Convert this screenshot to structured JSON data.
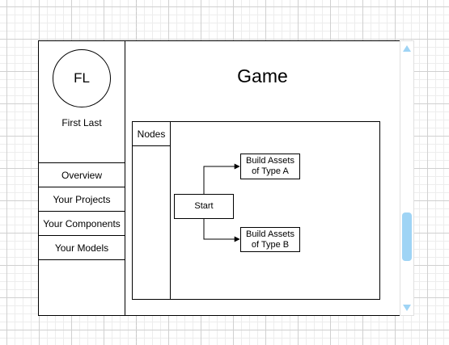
{
  "sidebar": {
    "avatar_initials": "FL",
    "user_name": "First Last",
    "nav_items": [
      {
        "label": "Overview"
      },
      {
        "label": "Your Projects"
      },
      {
        "label": "Your Components"
      },
      {
        "label": "Your Models"
      }
    ]
  },
  "main": {
    "title": "Game",
    "nodes_panel": {
      "header": "Nodes"
    },
    "diagram": {
      "start_node": "Start",
      "node_a": {
        "line1": "Build Assets",
        "line2": "of Type A"
      },
      "node_b": {
        "line1": "Build Assets",
        "line2": "of Type B"
      }
    }
  },
  "scrollbar": {
    "up_icon": "triangle-up-icon",
    "down_icon": "triangle-down-icon",
    "accent_color": "#9fd4f5"
  },
  "colors": {
    "border": "#000000",
    "grid": "#d0d0d0"
  }
}
